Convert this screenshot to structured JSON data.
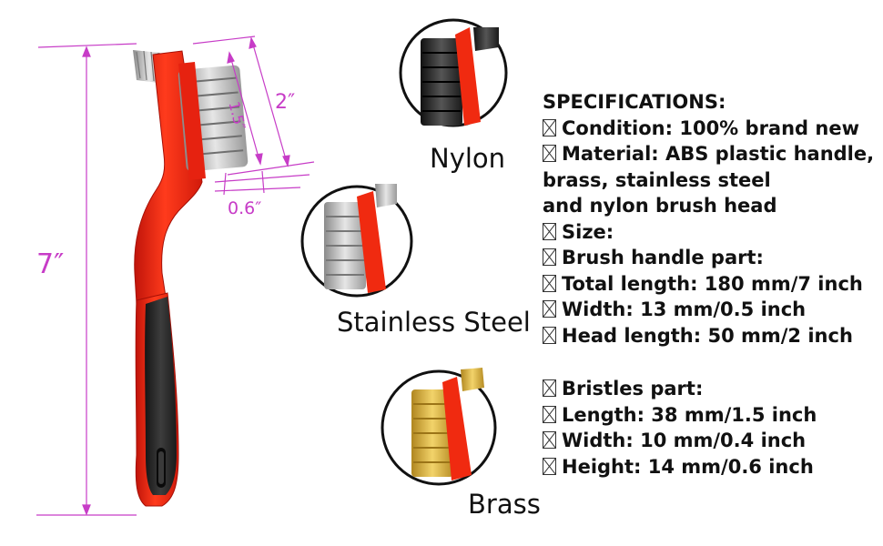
{
  "dimensions": {
    "total_length": "7″",
    "head_length": "2″",
    "bristle_length": "1.5″",
    "bristle_height": "0.6″"
  },
  "brush_types": [
    {
      "label": "Nylon",
      "bristle_color": "#2a2a2a"
    },
    {
      "label": "Stainless Steel",
      "bristle_color": "#b8b8b8"
    },
    {
      "label": "Brass",
      "bristle_color": "#d8b33a"
    }
  ],
  "colors": {
    "handle": "#f02a10",
    "grip": "#2b2b2b",
    "dimension": "#c73cc7"
  },
  "specs": {
    "title": "SPECIFICATIONS:",
    "lines": [
      "Condition: 100% brand new",
      "Material: ABS plastic handle,",
      "brass, stainless steel",
      "and nylon brush head",
      "Size:",
      "Brush handle part:",
      "Total length: 180 mm/7 inch",
      "Width: 13 mm/0.5 inch",
      "Head length: 50 mm/2 inch",
      "Bristles part:",
      "Length: 38 mm/1.5 inch",
      "Width: 10 mm/0.4 inch",
      "Height: 14 mm/0.6 inch"
    ]
  }
}
